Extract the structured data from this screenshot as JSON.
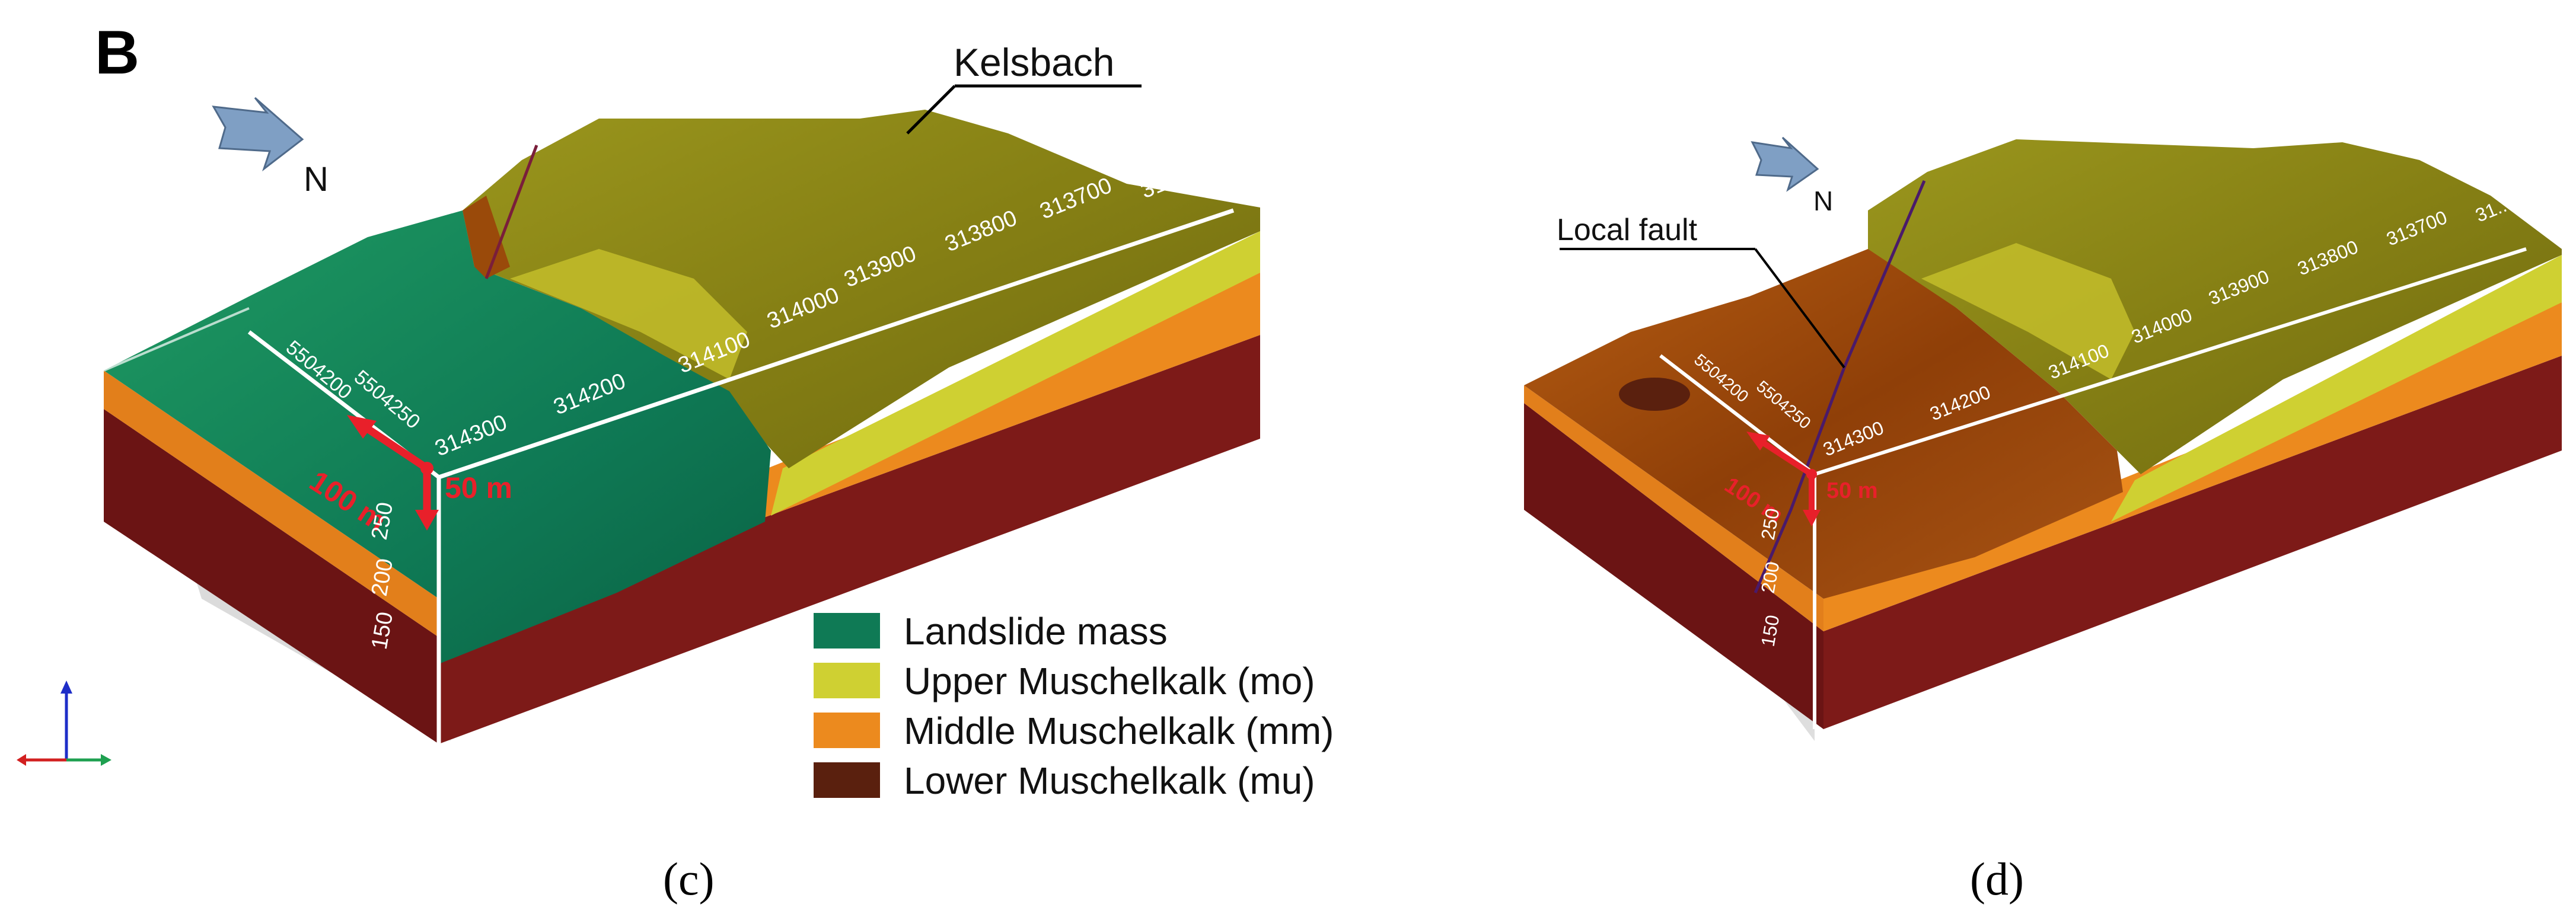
{
  "panel_letter": "B",
  "captions": {
    "left": "(c)",
    "right": "(d)"
  },
  "left_panel": {
    "stream_label": "Kelsbach",
    "north_label": "N",
    "easting_ticks": [
      "314300",
      "314200",
      "314100",
      "314000",
      "313900",
      "313800",
      "313700",
      "31..."
    ],
    "northing_ticks": [
      "5504200",
      "5504250"
    ],
    "elevation_ticks": [
      "250",
      "200",
      "150"
    ],
    "scale_horizontal": "100 m",
    "scale_vertical": "50 m"
  },
  "right_panel": {
    "fault_label": "Local fault",
    "north_label": "N",
    "easting_ticks": [
      "314300",
      "314200",
      "314100",
      "314000",
      "313900",
      "313800",
      "313700",
      "31..."
    ],
    "northing_ticks": [
      "5504200",
      "5504250"
    ],
    "elevation_ticks": [
      "250",
      "200",
      "150"
    ],
    "scale_horizontal": "100 m",
    "scale_vertical": "50 m"
  },
  "legend": [
    {
      "label": "Landslide mass",
      "color": "#0f7a55"
    },
    {
      "label": "Upper Muschelkalk (mo)",
      "color": "#cfd032"
    },
    {
      "label": "Middle Muschelkalk (mm)",
      "color": "#ec8a1e"
    },
    {
      "label": "Lower Muschelkalk (mu)",
      "color": "#5a200e"
    }
  ],
  "colors": {
    "landslide": "#0f7a55",
    "upper_muschelkalk": "#cfd032",
    "middle_muschelkalk": "#ec8a1e",
    "lower_muschelkalk": "#6b1414",
    "olive_terrain": "#8d8a18",
    "brown_terrain": "#9a4a0a",
    "scale_arrow": "#e8202a",
    "north_arrow": "#7f9fc4"
  }
}
